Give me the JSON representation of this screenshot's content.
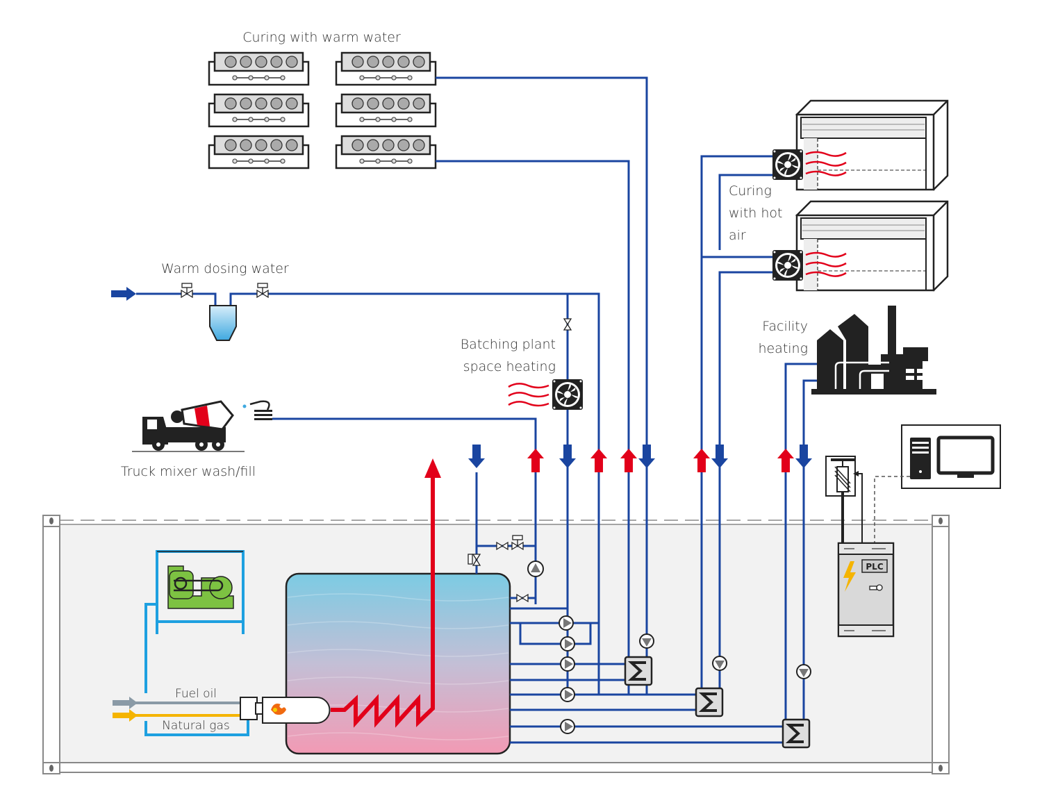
{
  "labels": {
    "curing_warm_water": "Curing with warm water",
    "curing_hot_air_1": "Curing",
    "curing_hot_air_2": "with hot",
    "curing_hot_air_3": "air",
    "warm_dosing_water": "Warm  dosing water",
    "batching_1": "Batching plant",
    "batching_2": "space heating",
    "facility_1": "Facility",
    "facility_2": "heating",
    "truck": "Truck mixer wash/fill",
    "fuel_oil": "Fuel oil",
    "natural_gas": "Natural gas",
    "plc": "PLC"
  },
  "colors": {
    "pipe_cold": "#1a45a0",
    "pipe_hot": "#e2001a",
    "fuel_oil": "#8a9aa6",
    "natural_gas": "#f5b400",
    "burner_supply": "#1ea0e0",
    "pump_motor": "#7dc242",
    "tank_top": "#7ccbe3",
    "tank_bottom": "#f29ab4"
  },
  "components": [
    {
      "name": "curing-chamber-warm-water",
      "count": 6
    },
    {
      "name": "curing-chamber-hot-air",
      "count": 2
    },
    {
      "name": "heat-exchanger",
      "count": 3
    },
    {
      "name": "circulation-pump",
      "count": 9
    }
  ]
}
